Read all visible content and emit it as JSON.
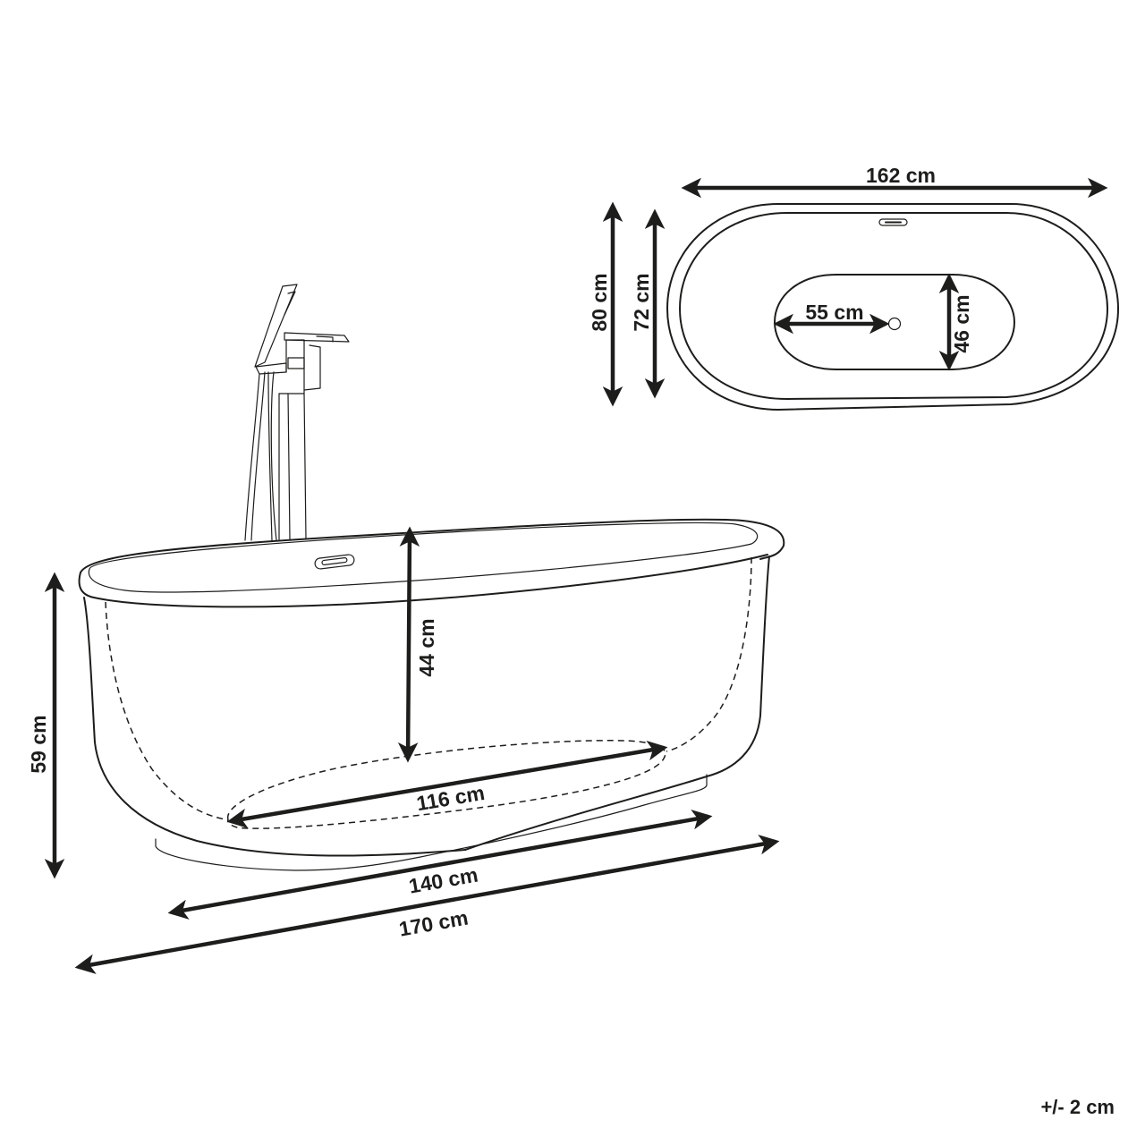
{
  "diagram": {
    "subject": "Freestanding oval bathtub with floor-standing faucet",
    "stroke_color": "#1d1d1b",
    "background": "#ffffff"
  },
  "top_view": {
    "overall_length": "162 cm",
    "overall_width": "80 cm",
    "inner_width": "72 cm",
    "drain_offset": "55 cm",
    "base_width": "46 cm"
  },
  "side_view": {
    "total_height": "59 cm",
    "inner_depth": "44 cm",
    "inner_bottom_length": "116 cm",
    "base_length": "140 cm",
    "overall_length": "170 cm"
  },
  "footer": {
    "tolerance": "+/- 2 cm"
  }
}
